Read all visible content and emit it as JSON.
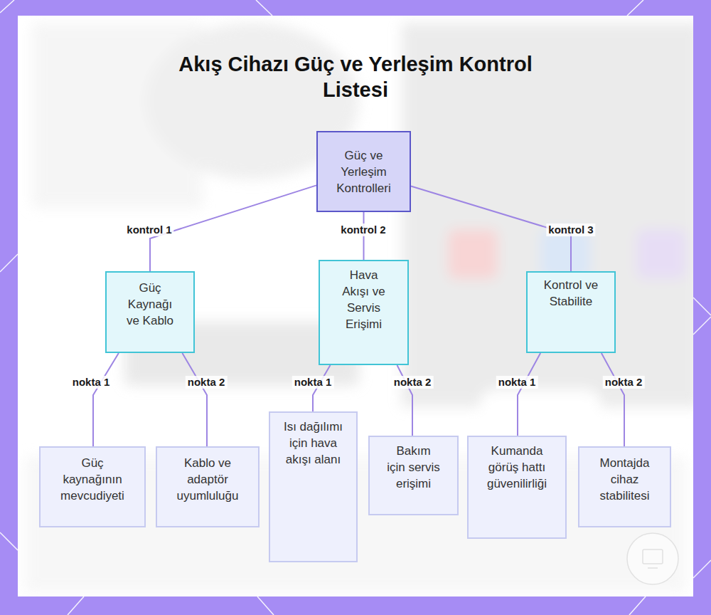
{
  "diagram": {
    "title": "Akış Cihazı Güç ve Yerleşim Kontrol Listesi",
    "nodes": [
      {
        "text": [
          "Güç ve Yerleşim Kontrolleri"
        ]
      },
      {
        "text": [
          "Güç Kaynağı ve Kablo"
        ]
      },
      {
        "text": [
          "Hava Akışı ve Servis Erişimi"
        ]
      },
      {
        "text": [
          "Kontrol ve Stabilite"
        ]
      },
      {
        "text": [
          "Güç kaynağının mevcudiyeti"
        ]
      },
      {
        "text": [
          "Kablo ve adaptör uyumluluğu"
        ]
      },
      {
        "text": [
          "Isı dağılımı için hava akışı alanı"
        ]
      },
      {
        "text": [
          "Bakım için servis erişimi"
        ]
      },
      {
        "text": [
          "Kumanda görüş hattı güvenilirliği"
        ]
      },
      {
        "text": [
          "Montajda cihaz stabilitesi"
        ]
      }
    ],
    "edges": [
      {
        "from": 0,
        "to": 1,
        "label": "kontrol 1",
        "arrow": "none"
      },
      {
        "from": 0,
        "to": 2,
        "label": "kontrol 2",
        "arrow": "none"
      },
      {
        "from": 0,
        "to": 3,
        "label": "kontrol 3",
        "arrow": "none"
      },
      {
        "from": 1,
        "to": 4,
        "label": "nokta 1",
        "arrow": "none"
      },
      {
        "from": 1,
        "to": 5,
        "label": "nokta 2",
        "arrow": "none"
      },
      {
        "from": 2,
        "to": 6,
        "label": "nokta 1",
        "arrow": "none"
      },
      {
        "from": 2,
        "to": 7,
        "label": "nokta 2",
        "arrow": "none"
      },
      {
        "from": 3,
        "to": 8,
        "label": "nokta 1",
        "arrow": "none"
      },
      {
        "from": 3,
        "to": 9,
        "label": "nokta 2",
        "arrow": "none"
      }
    ]
  }
}
